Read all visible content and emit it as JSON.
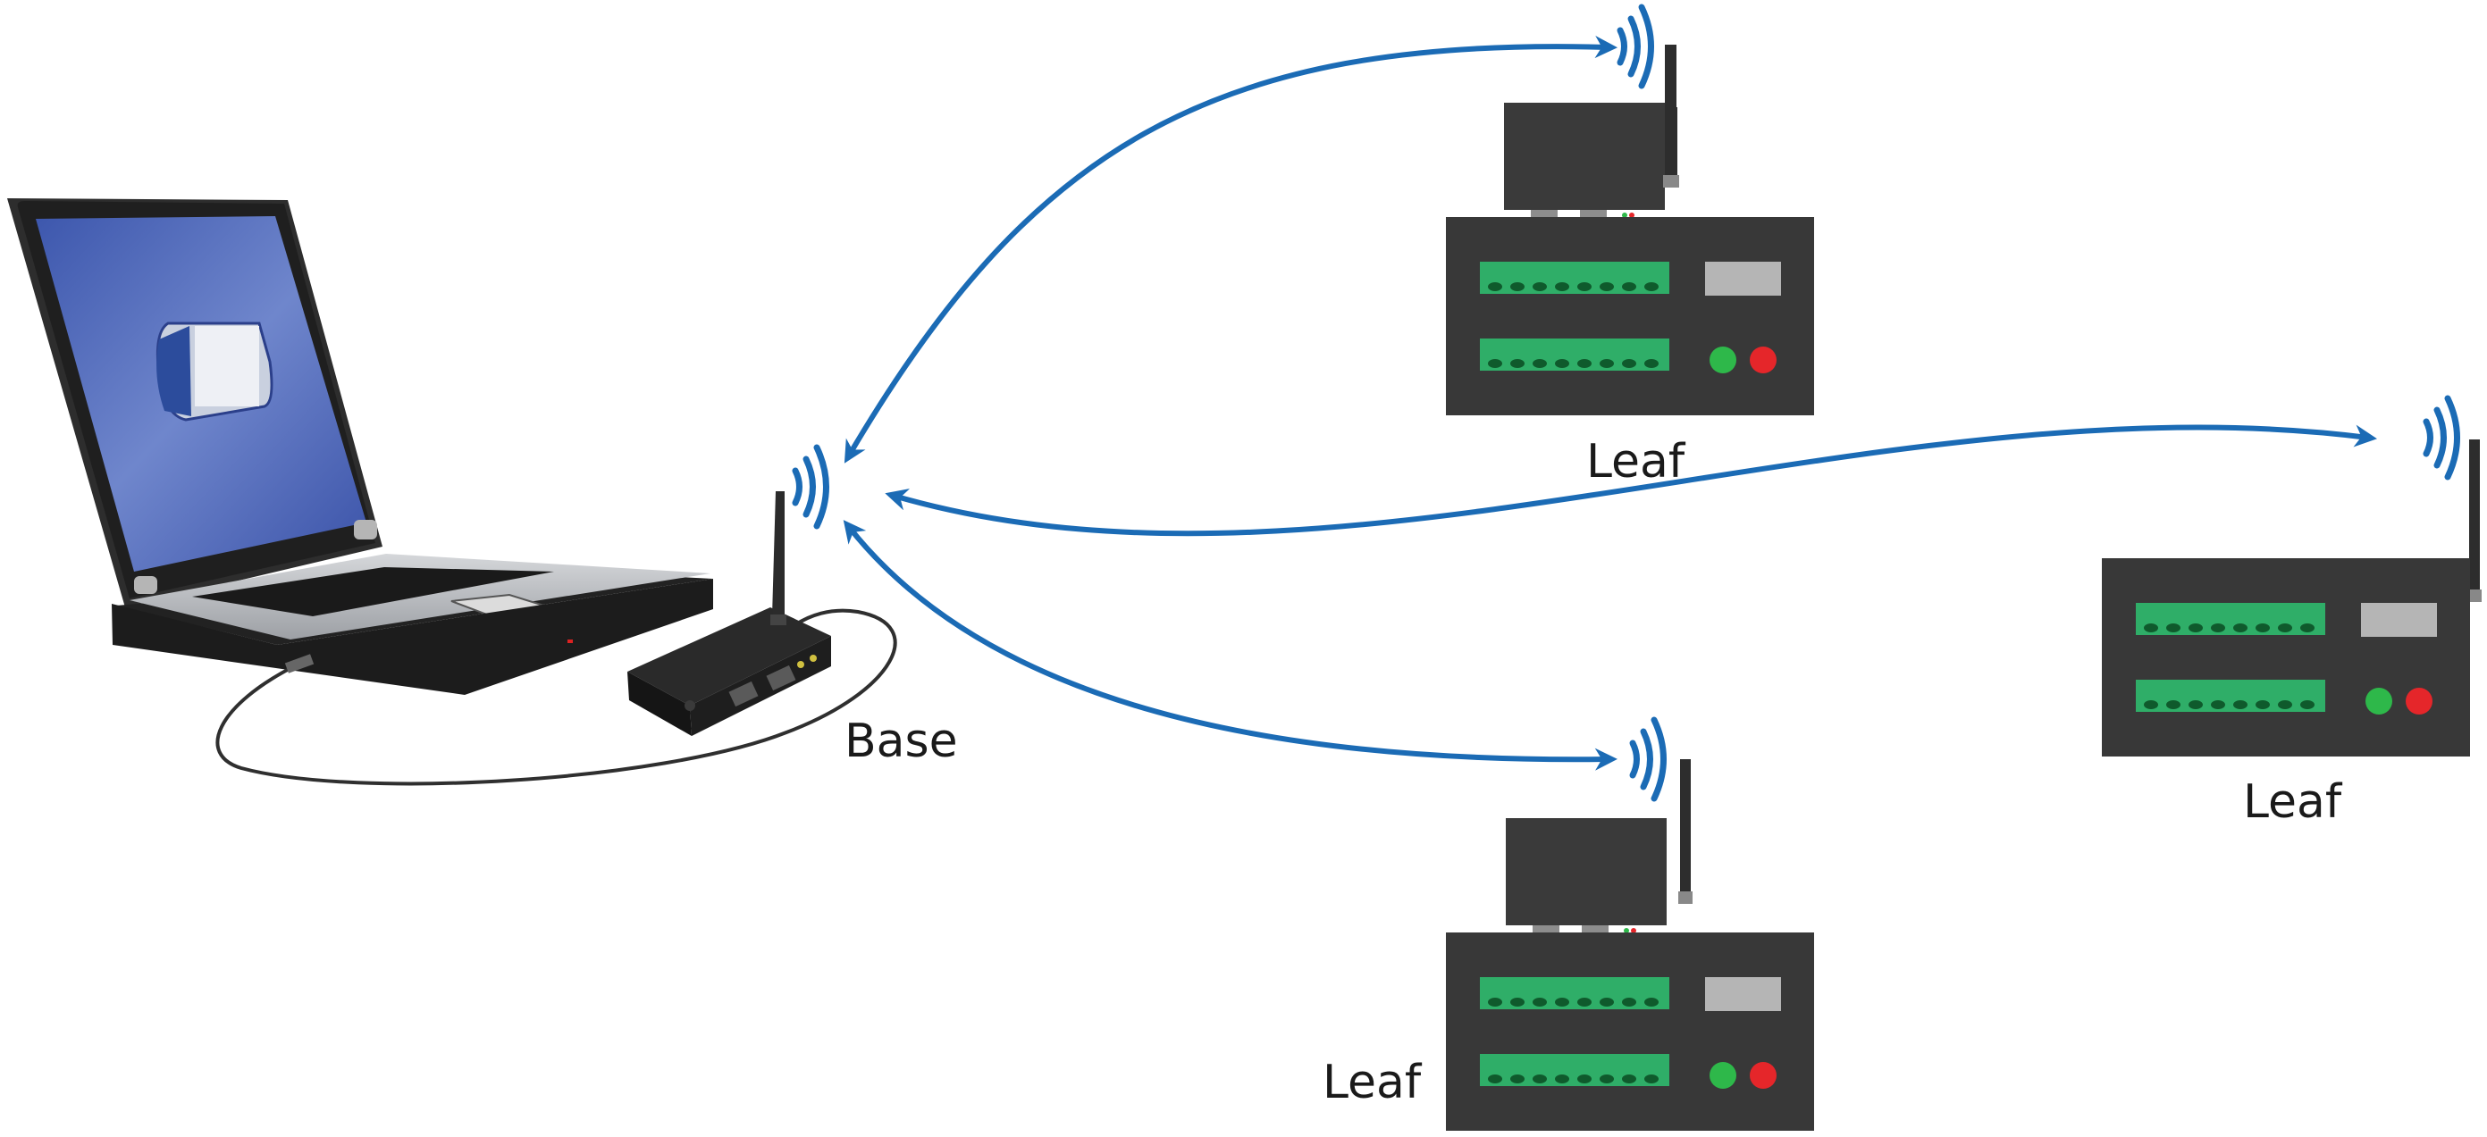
{
  "labels": {
    "base": "Base",
    "leaf_top": "Leaf",
    "leaf_right": "Leaf",
    "leaf_bottom": "Leaf"
  },
  "colors": {
    "link": "#1b6bb5",
    "device_body": "#383838",
    "terminal": "#2fae68",
    "terminal_dot": "#0f5a2c",
    "display": "#b5b5b5",
    "led_green": "#2eb84a",
    "led_red": "#e5262a",
    "screen": "#4a63b5"
  },
  "icons": {
    "laptop": "laptop-icon",
    "base_radio": "base-radio-icon",
    "leaf_device": "leaf-device-icon",
    "wireless": "wireless-signal-icon"
  }
}
